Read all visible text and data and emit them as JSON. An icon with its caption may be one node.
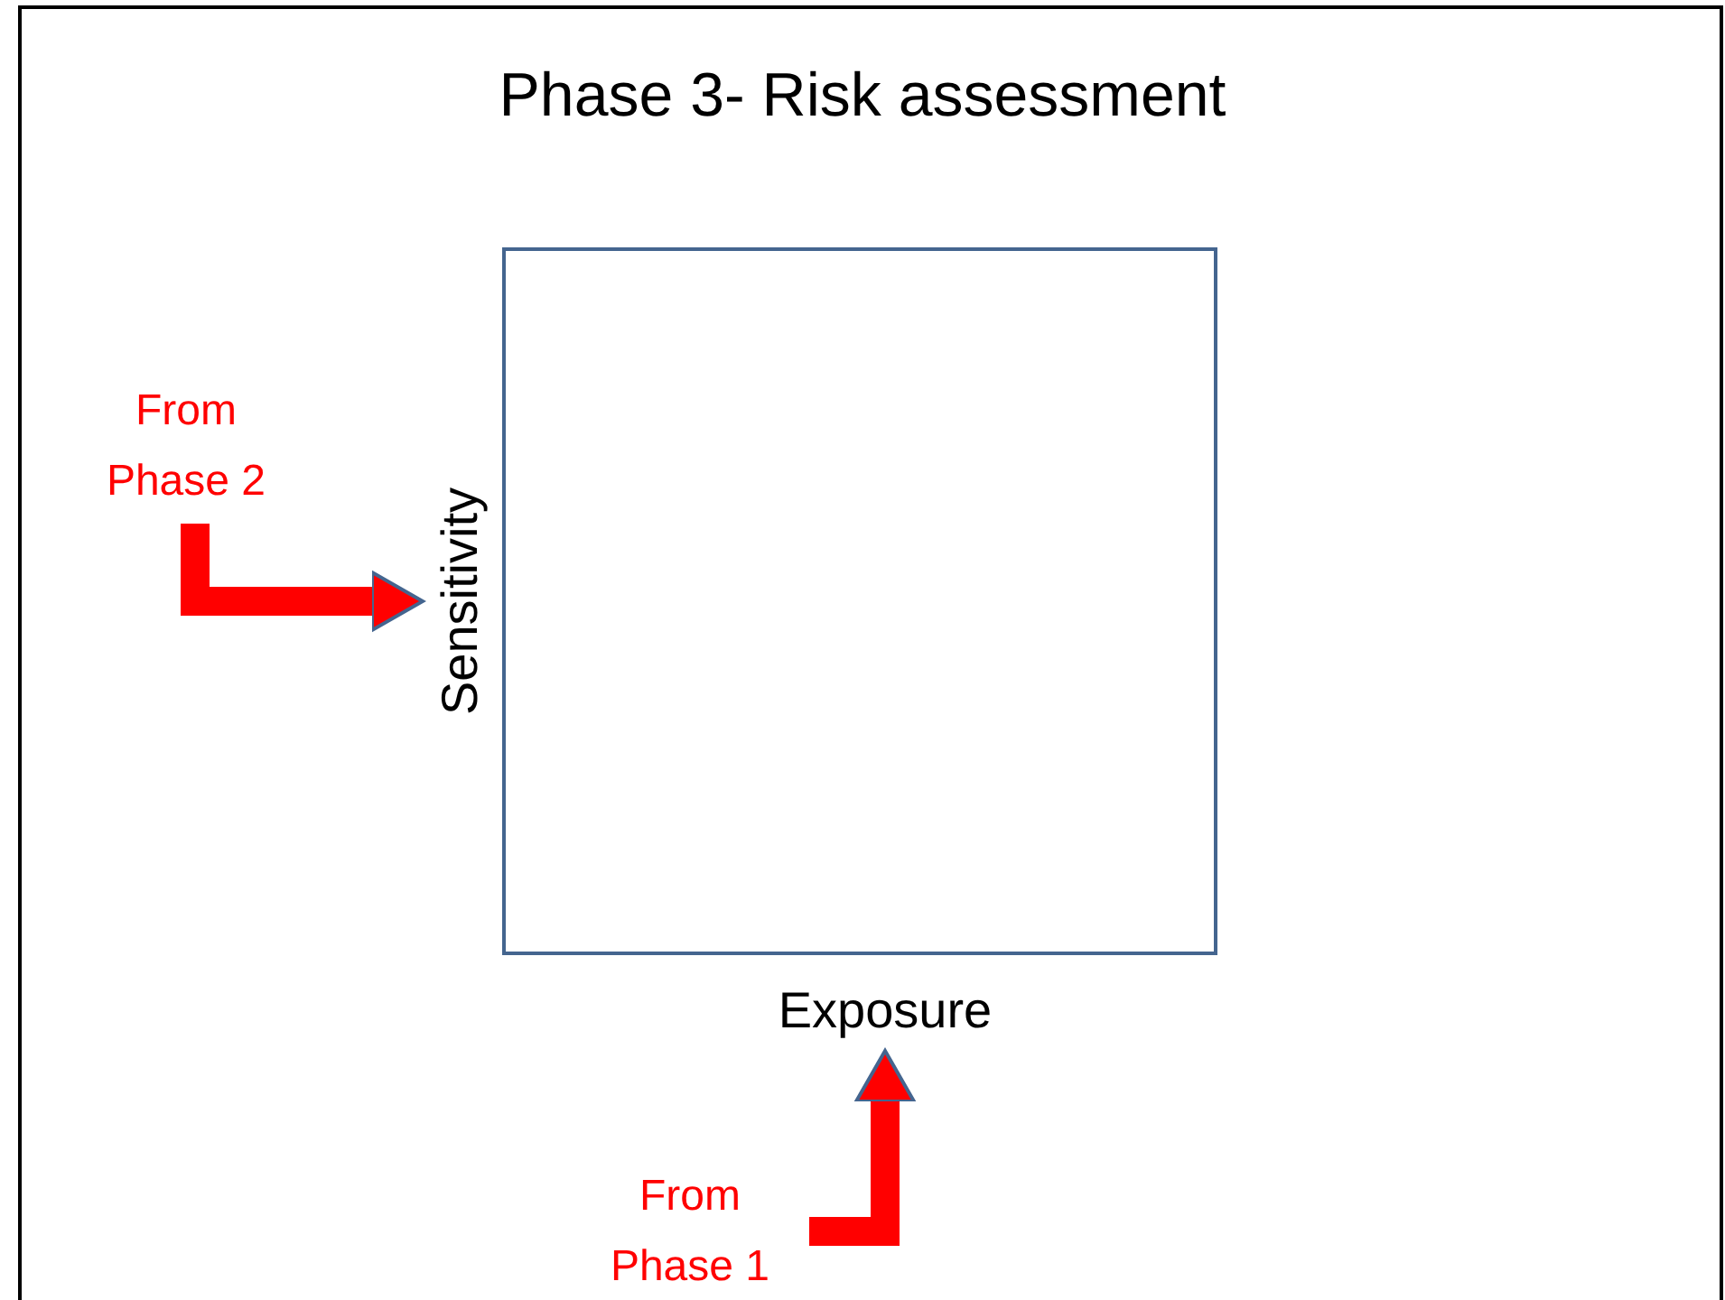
{
  "diagram": {
    "title": "Phase 3- Risk assessment",
    "nodes": [
      {
        "text": [
          "Sensitivity",
          "Exposure"
        ]
      },
      {
        "text": [
          "From Phase 2"
        ]
      },
      {
        "text": [
          "From Phase 1"
        ]
      }
    ],
    "edges": [
      {
        "from": 1,
        "to": 0,
        "arrow": "to",
        "color": "#ff0000"
      },
      {
        "from": 2,
        "to": 0,
        "arrow": "to",
        "color": "#ff0000"
      }
    ]
  }
}
